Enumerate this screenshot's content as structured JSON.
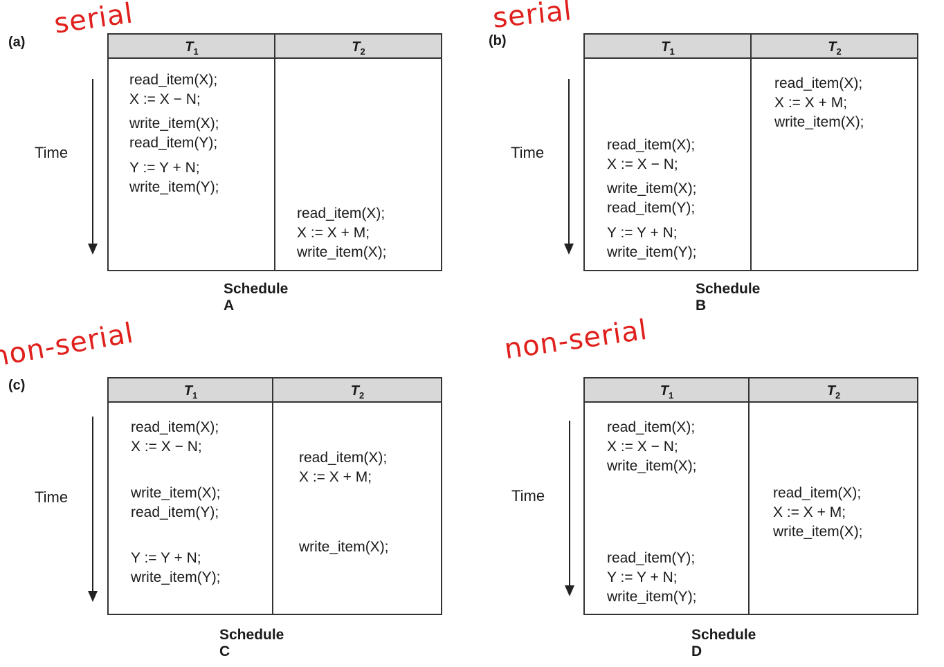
{
  "panels": [
    {
      "letter": "(a)",
      "annotation": "serial",
      "time_label": "Time",
      "t1_header": "T",
      "t2_header": "T",
      "t1_sub": "1",
      "t2_sub": "2",
      "caption": "Schedule A",
      "t1_ops": [
        "read_item(X);",
        "X := X − N;",
        "write_item(X);",
        "read_item(Y);",
        "Y := Y + N;",
        "write_item(Y);"
      ],
      "t2_ops": [
        "read_item(X);",
        "X := X + M;",
        "write_item(X);"
      ]
    },
    {
      "letter": "(b)",
      "annotation": "serial",
      "time_label": "Time",
      "t1_header": "T",
      "t2_header": "T",
      "t1_sub": "1",
      "t2_sub": "2",
      "caption": "Schedule B",
      "t1_ops": [
        "read_item(X);",
        "X := X − N;",
        "write_item(X);",
        "read_item(Y);",
        "Y := Y + N;",
        "write_item(Y);"
      ],
      "t2_ops": [
        "read_item(X);",
        "X := X + M;",
        "write_item(X);"
      ]
    },
    {
      "letter": "(c)",
      "annotation": "non-serial",
      "time_label": "Time",
      "t1_header": "T",
      "t2_header": "T",
      "t1_sub": "1",
      "t2_sub": "2",
      "caption": "Schedule C",
      "t1_ops": [
        "read_item(X);",
        "X := X − N;",
        "write_item(X);",
        "read_item(Y);",
        "Y := Y + N;",
        "write_item(Y);"
      ],
      "t2_ops": [
        "read_item(X);",
        "X := X + M;",
        "write_item(X);"
      ]
    },
    {
      "letter": "",
      "annotation": "non-serial",
      "time_label": "Time",
      "t1_header": "T",
      "t2_header": "T",
      "t1_sub": "1",
      "t2_sub": "2",
      "caption": "Schedule D",
      "t1_ops": [
        "read_item(X);",
        "X := X − N;",
        "write_item(X);",
        "read_item(Y);",
        "Y := Y + N;",
        "write_item(Y);"
      ],
      "t2_ops": [
        "read_item(X);",
        "X := X + M;",
        "write_item(X);"
      ]
    }
  ],
  "colors": {
    "annotation": "#e0201c",
    "header_bg": "#d8d8d8",
    "border": "#333333"
  }
}
